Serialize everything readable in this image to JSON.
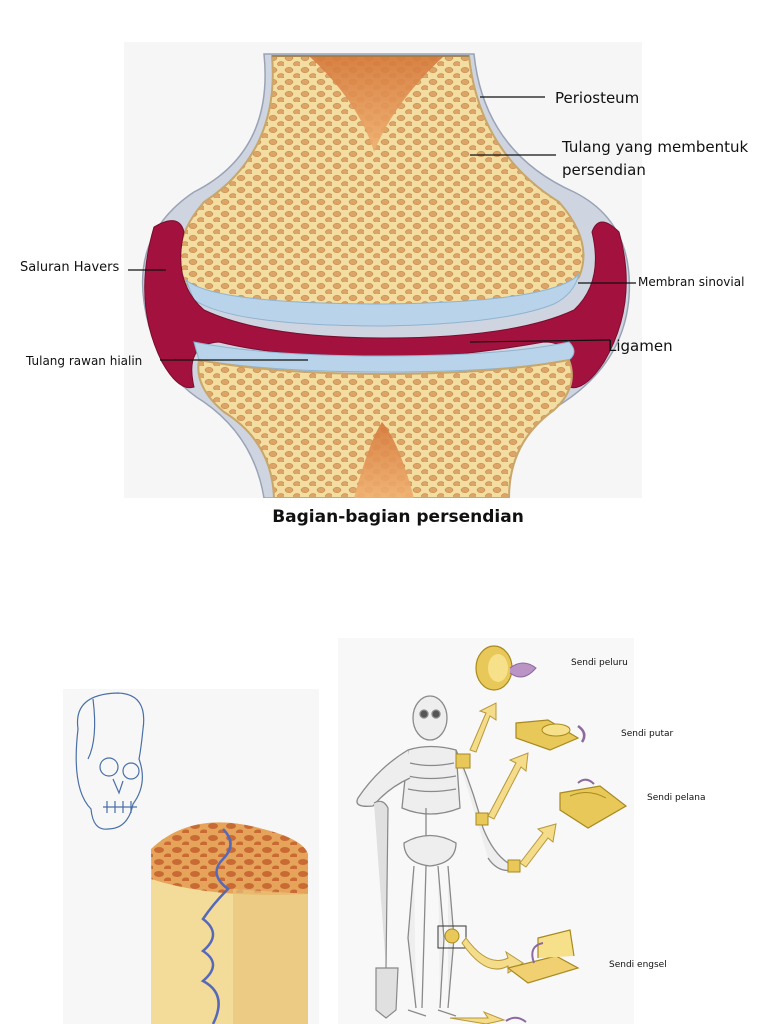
{
  "joint_diagram": {
    "labels": {
      "periosteum": "Periosteum",
      "tulang_line1": "Tulang yang membentuk",
      "tulang_line2": "persendian",
      "saluran_havers": "Saluran Havers",
      "membran_sinovial": "Membran sinovial",
      "ligamen": "Ligamen",
      "tulang_rawan": "Tulang rawan hialin"
    },
    "caption": "Bagian-bagian persendian"
  },
  "joint_types": {
    "peluru": "Sendi peluru",
    "putar": "Sendi putar",
    "pelana": "Sendi pelana",
    "engsel": "Sendi engsel"
  },
  "colors": {
    "bone_fill": "#f2dea0",
    "spongy": "#d9a35e",
    "marrow": "#c96a30",
    "synovial": "#a3123f",
    "cartilage": "#b9d4ea",
    "capsule": "#c7cdd9"
  }
}
